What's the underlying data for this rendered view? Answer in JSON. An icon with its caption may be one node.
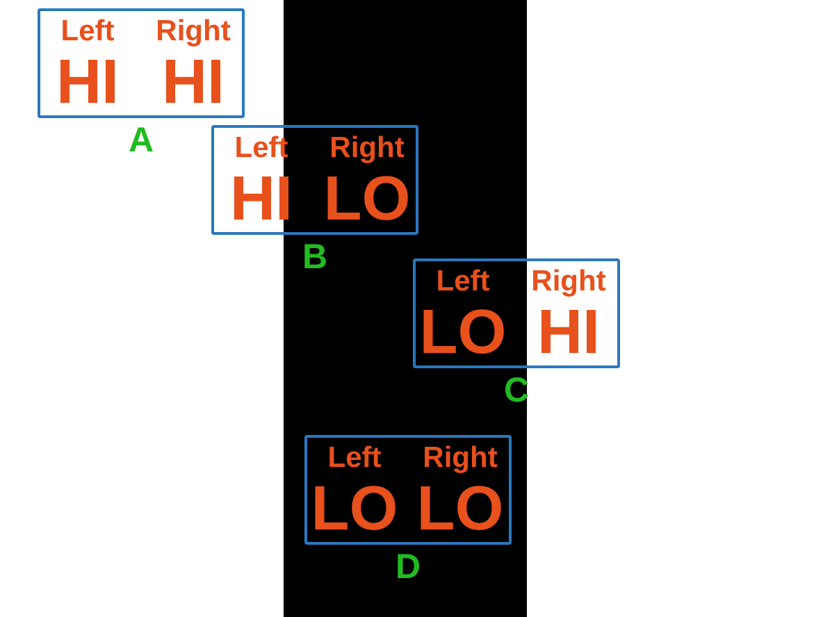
{
  "diagram": {
    "nodes": [
      {
        "text": [
          "Left",
          "Right",
          "HI",
          "HI"
        ],
        "beside": [
          "A"
        ]
      },
      {
        "text": [
          "Left",
          "Right",
          "HI",
          "LO"
        ],
        "beside": [
          "B"
        ]
      },
      {
        "text": [
          "Left",
          "Right",
          "LO",
          "HI"
        ],
        "beside": [
          "C"
        ]
      },
      {
        "text": [
          "Left",
          "Right",
          "LO",
          "LO"
        ],
        "beside": [
          "D"
        ]
      }
    ]
  }
}
